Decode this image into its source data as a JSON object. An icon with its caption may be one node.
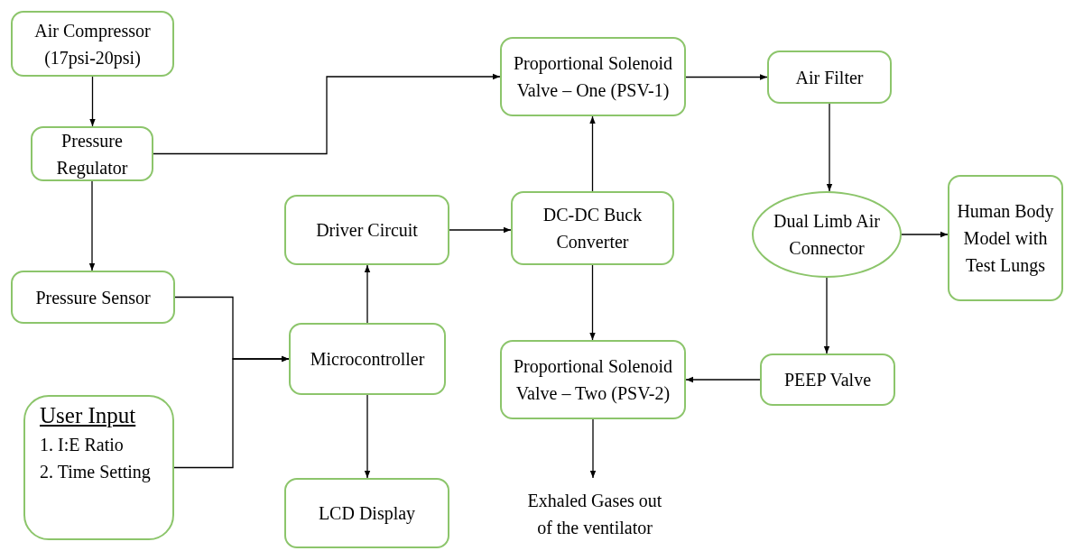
{
  "diagram": {
    "nodes": [
      {
        "text": [
          "Air Compressor (17psi-20psi)"
        ]
      },
      {
        "text": [
          "Pressure Regulator"
        ]
      },
      {
        "text": [
          "Pressure Sensor"
        ]
      },
      {
        "text": [
          "User Input",
          "1. I:E Ratio",
          "2. Time Setting"
        ]
      },
      {
        "text": [
          "Driver Circuit"
        ]
      },
      {
        "text": [
          "Microcontroller"
        ]
      },
      {
        "text": [
          "LCD Display"
        ]
      },
      {
        "text": [
          "Proportional Solenoid Valve – One (PSV-1)"
        ]
      },
      {
        "text": [
          "DC-DC Buck Converter"
        ]
      },
      {
        "text": [
          "Air Filter"
        ]
      },
      {
        "text": [
          "Dual Limb Air Connector"
        ]
      },
      {
        "text": [
          "Human Body Model with Test Lungs"
        ]
      },
      {
        "text": [
          "Proportional Solenoid Valve – Two (PSV-2)"
        ]
      },
      {
        "text": [
          "PEEP Valve"
        ]
      },
      {
        "text": [
          "Exhaled Gases out of the ventilator"
        ]
      }
    ],
    "edges": [
      {
        "from": 0,
        "to": 1,
        "arrow": "to"
      },
      {
        "from": 1,
        "to": 7,
        "arrow": "to"
      },
      {
        "from": 1,
        "to": 2,
        "arrow": "to"
      },
      {
        "from": 2,
        "to": 5,
        "arrow": "to"
      },
      {
        "from": 3,
        "to": 5,
        "arrow": "to"
      },
      {
        "from": 5,
        "to": 4,
        "arrow": "to"
      },
      {
        "from": 5,
        "to": 6,
        "arrow": "to"
      },
      {
        "from": 4,
        "to": 8,
        "arrow": "to"
      },
      {
        "from": 8,
        "to": 7,
        "arrow": "to"
      },
      {
        "from": 7,
        "to": 9,
        "arrow": "to"
      },
      {
        "from": 9,
        "to": 10,
        "arrow": "to"
      },
      {
        "from": 10,
        "to": 11,
        "arrow": "to"
      },
      {
        "from": 10,
        "to": 13,
        "arrow": "to"
      },
      {
        "from": 13,
        "to": 12,
        "arrow": "to"
      },
      {
        "from": 8,
        "to": 12,
        "arrow": "to"
      },
      {
        "from": 12,
        "to": 14,
        "arrow": "to"
      }
    ]
  }
}
